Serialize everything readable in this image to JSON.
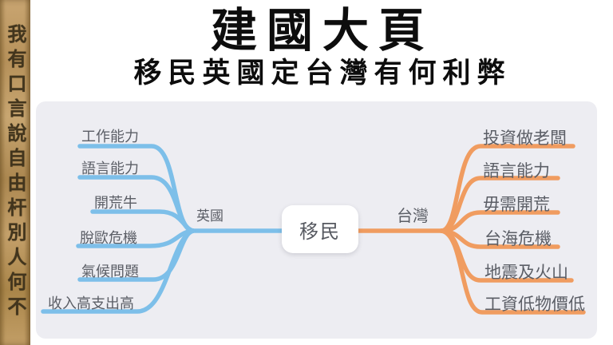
{
  "sidebar": {
    "calligraphy": "我有口言說自由杆別人何不"
  },
  "header": {
    "title": "建國大頁",
    "subtitle": "移民英國定台灣有何利弊"
  },
  "mindmap": {
    "center": "移民",
    "left": {
      "label": "英國",
      "color": "#7dbfe9",
      "items": [
        "工作能力",
        "語言能力",
        "開荒牛",
        "脫歐危機",
        "氣候問題",
        "收入高支出高"
      ]
    },
    "right": {
      "label": "台灣",
      "color": "#f09c60",
      "items": [
        "投資做老闆",
        "語言能力",
        "毋需開荒",
        "台海危機",
        "地震及火山",
        "工資低物價低"
      ]
    }
  },
  "colors": {
    "panel_background": "#ededf2",
    "page_background": "#ffffff",
    "label_text": "#5b5e66",
    "title_text": "#0d0d0d",
    "paper_strip": "#c2a06a",
    "ink": "#42351d"
  }
}
